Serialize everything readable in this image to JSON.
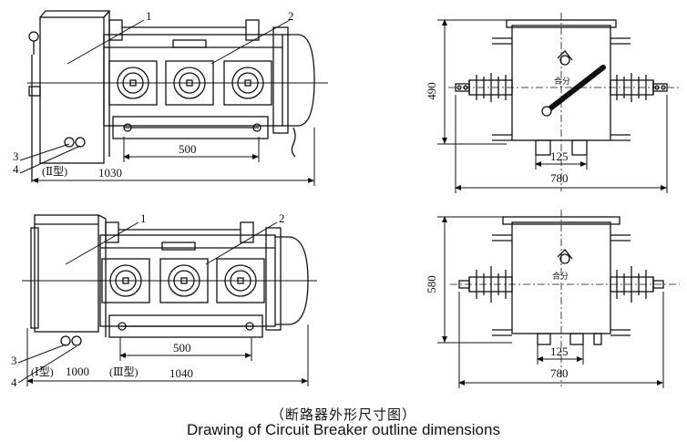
{
  "figure": {
    "caption_cn": "（断路器外形尺寸图）",
    "caption_en": "Drawing of Circuit Breaker outline dimensions"
  },
  "top_side_view": {
    "callouts": [
      "1",
      "2",
      "3",
      "4"
    ],
    "dim_500": "500",
    "type_label": "(Ⅱ型)",
    "dim_1030": "1030"
  },
  "top_end_view": {
    "dim_490": "490",
    "dim_125": "125",
    "dim_780": "780",
    "switch_label": "合分"
  },
  "bottom_side_view": {
    "callouts": [
      "1",
      "2",
      "3",
      "4"
    ],
    "dim_500": "500",
    "type_label_i": "(Ⅰ型)",
    "dim_1000": "1000",
    "type_label_iii": "(Ⅲ型)",
    "dim_1040": "1040"
  },
  "bottom_end_view": {
    "dim_580": "580",
    "dim_125": "125",
    "dim_780": "780",
    "switch_label": "合分"
  }
}
